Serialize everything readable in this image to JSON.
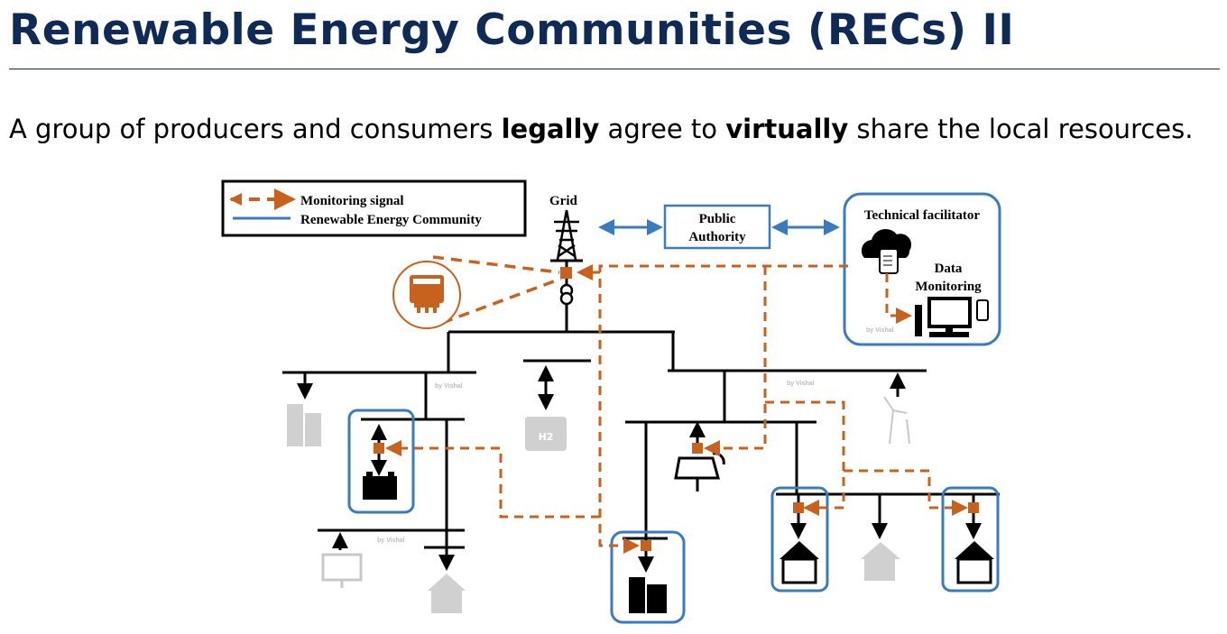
{
  "slide": {
    "title": "Renewable Energy Communities (RECs) II",
    "body_parts": [
      "A group of producers and consumers ",
      "legally",
      " agree to ",
      "virtually",
      " share the local resources."
    ]
  },
  "diagram": {
    "legend": {
      "monitoring_signal": "Monitoring signal",
      "community": "Renewable Energy Community"
    },
    "labels": {
      "grid": "Grid",
      "public_authority_1": "Public",
      "public_authority_2": "Authority",
      "technical_facilitator": "Technical facilitator",
      "data_monitoring_1": "Data",
      "data_monitoring_2": "Monitoring",
      "h2": "H2",
      "watermark": "by Vishal"
    },
    "colors": {
      "signal": "#c8601e",
      "community": "#3a7bbf",
      "inactive": "#c8c8c8",
      "title": "#0f2b55"
    }
  }
}
